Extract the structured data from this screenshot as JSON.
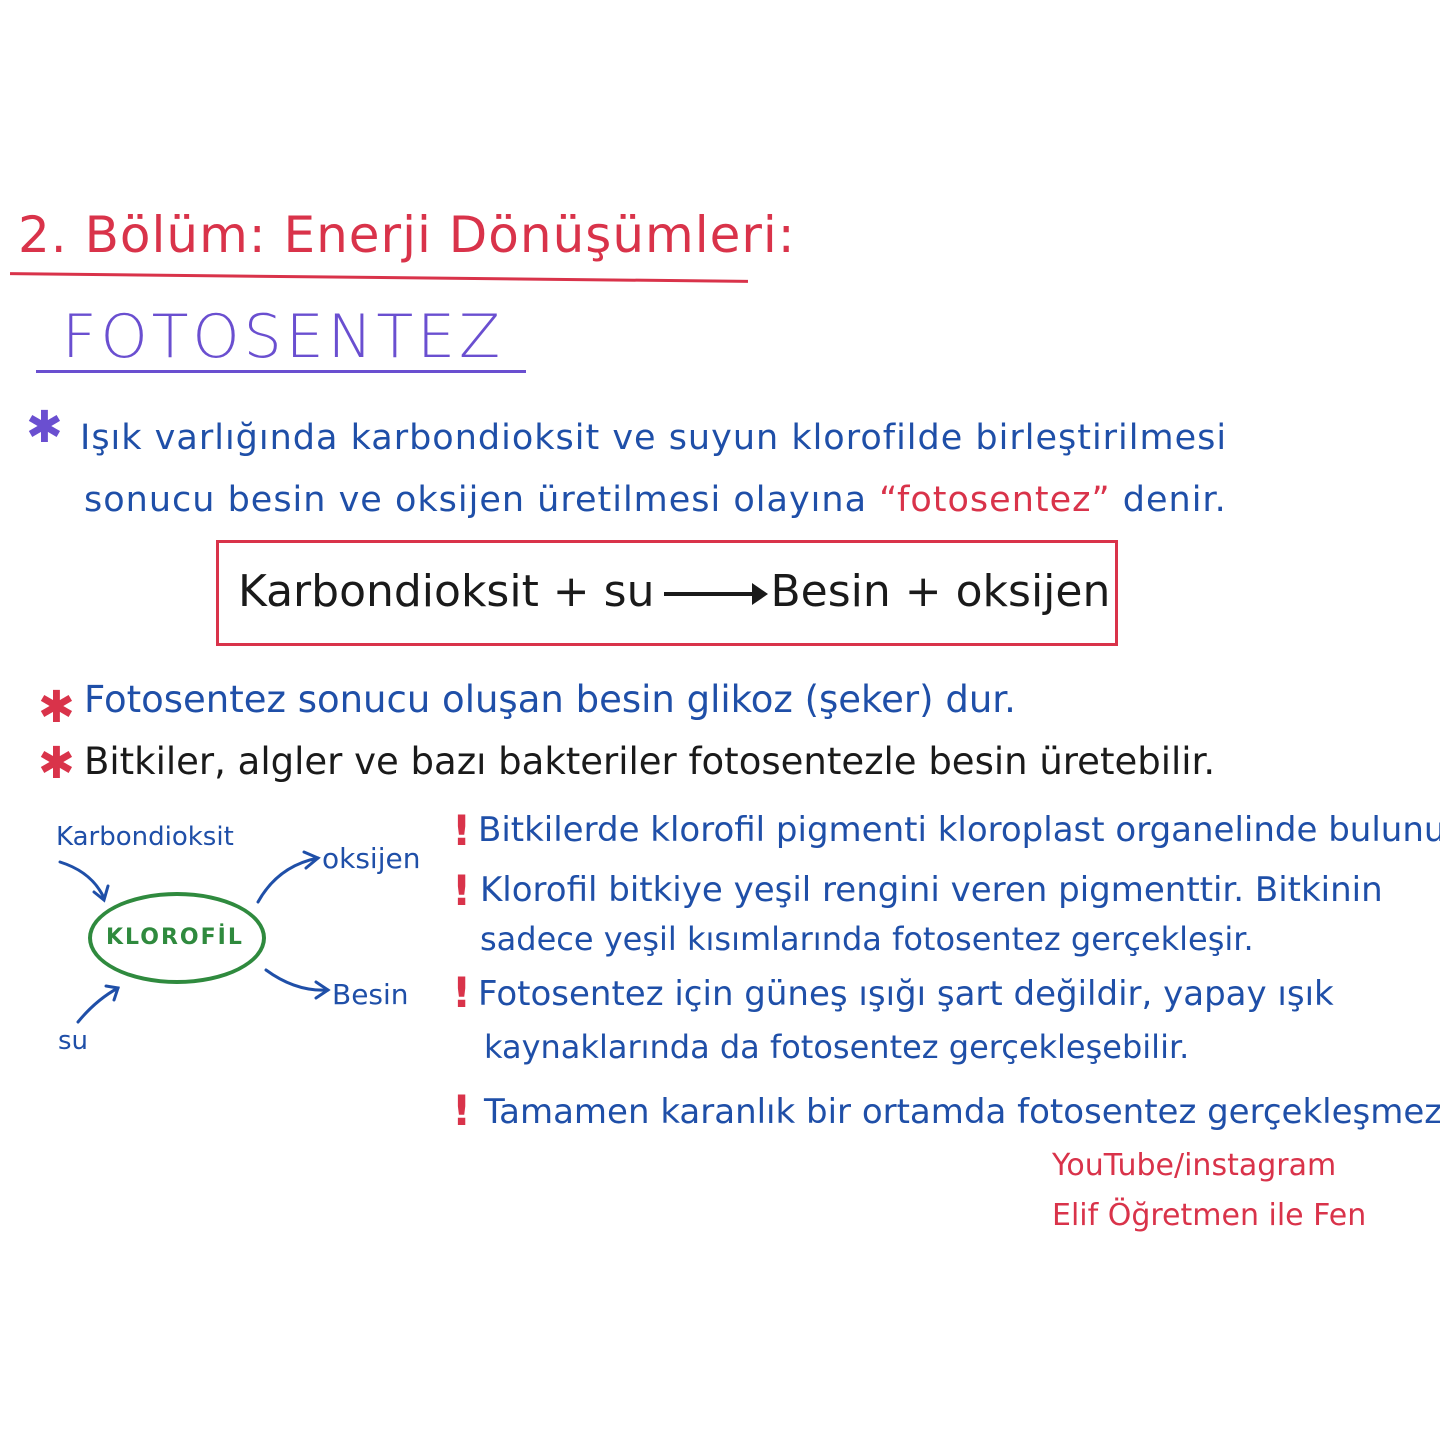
{
  "heading": "2. Bölüm: Enerji Dönüşümleri:",
  "subtitle": "FOTOSENTEZ",
  "definition": {
    "bullet": "✱",
    "line1": "Işık varlığında karbondioksit ve suyun klorofilde birleştirilmesi",
    "line2_start": "sonucu besin ve oksijen üretilmesi olayına ",
    "line2_term": "“fotosentez”",
    "line2_end": " denir."
  },
  "equation": {
    "left": "Karbondioksit + su",
    "right": "Besin + oksijen"
  },
  "facts": [
    {
      "bullet": "✱",
      "text": "Fotosentez sonucu oluşan besin glikoz (şeker) dur."
    },
    {
      "bullet": "✱",
      "text": "Bitkiler, algler ve bazı bakteriler fotosentezle besin üretebilir."
    }
  ],
  "diagram": {
    "center": "KLOROFİL",
    "input1": "Karbondioksit",
    "input2": "su",
    "output1": "oksijen",
    "output2": "Besin"
  },
  "notes": {
    "mark": "!",
    "n1": "Bitkilerde klorofil pigmenti kloroplast organelinde bulunur.",
    "n2a": "Klorofil bitkiye yeşil rengini veren pigmenttir. Bitkinin",
    "n2b": "sadece yeşil kısımlarında fotosentez gerçekleşir.",
    "n3a": "Fotosentez için güneş ışığı şart değildir, yapay ışık",
    "n3b": "kaynaklarında da fotosentez gerçekleşebilir.",
    "n4": "Tamamen karanlık bir ortamda fotosentez gerçekleşmez."
  },
  "signature": {
    "line1": "YouTube/instagram",
    "line2": "Elif Öğretmen ile Fen"
  },
  "colors": {
    "red": "#d9334a",
    "blue": "#1f4fa8",
    "purple": "#6a4fd0",
    "green": "#2f8a3e",
    "black": "#1a1a1a"
  }
}
